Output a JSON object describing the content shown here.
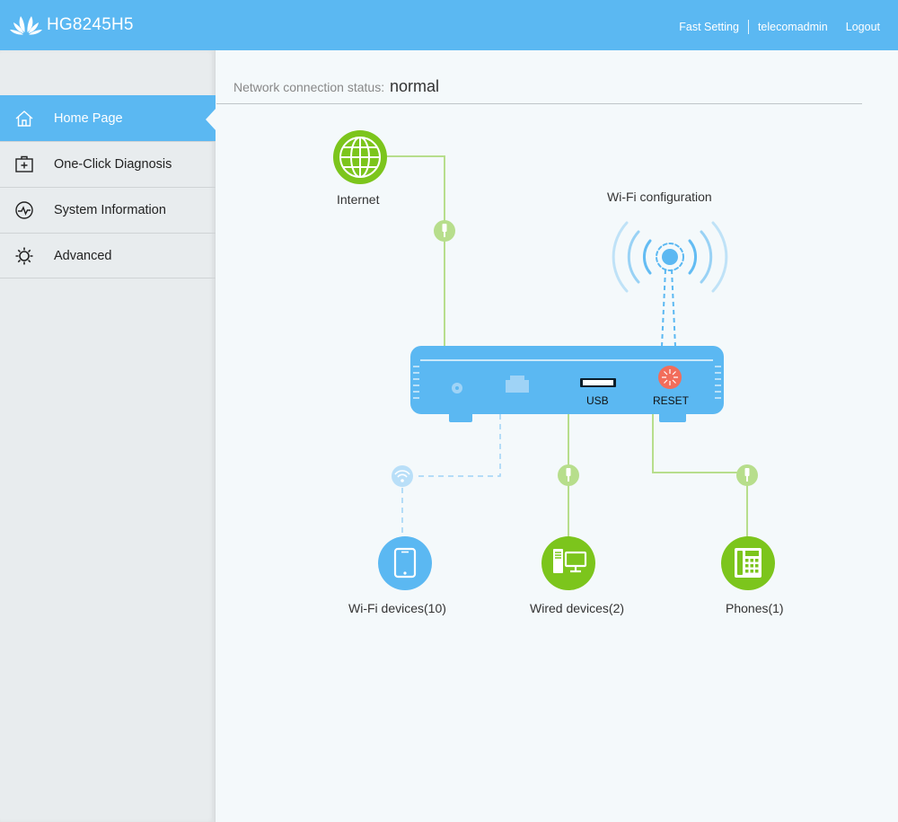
{
  "header": {
    "model": "HG8245H5",
    "fast_setting": "Fast Setting",
    "user": "telecomadmin",
    "logout": "Logout"
  },
  "sidebar": {
    "items": [
      {
        "label": "Home Page",
        "icon": "home-icon",
        "active": true
      },
      {
        "label": "One-Click Diagnosis",
        "icon": "first-aid-icon",
        "active": false
      },
      {
        "label": "System Information",
        "icon": "pulse-icon",
        "active": false
      },
      {
        "label": "Advanced",
        "icon": "gear-icon",
        "active": false
      }
    ]
  },
  "main": {
    "status_label": "Network connection status:",
    "status_value": "normal",
    "internet_label": "Internet",
    "wifi_config_label": "Wi-Fi configuration",
    "usb_label": "USB",
    "reset_label": "RESET",
    "wifi_devices_label": "Wi-Fi devices(10)",
    "wired_devices_label": "Wired devices(2)",
    "phones_label": "Phones(1)"
  },
  "colors": {
    "header_blue": "#5bb8f2",
    "green": "#7cc51c",
    "light_green": "#b7de8c",
    "reset_red": "#f26d5b",
    "device_blue": "#5bb8f2"
  }
}
